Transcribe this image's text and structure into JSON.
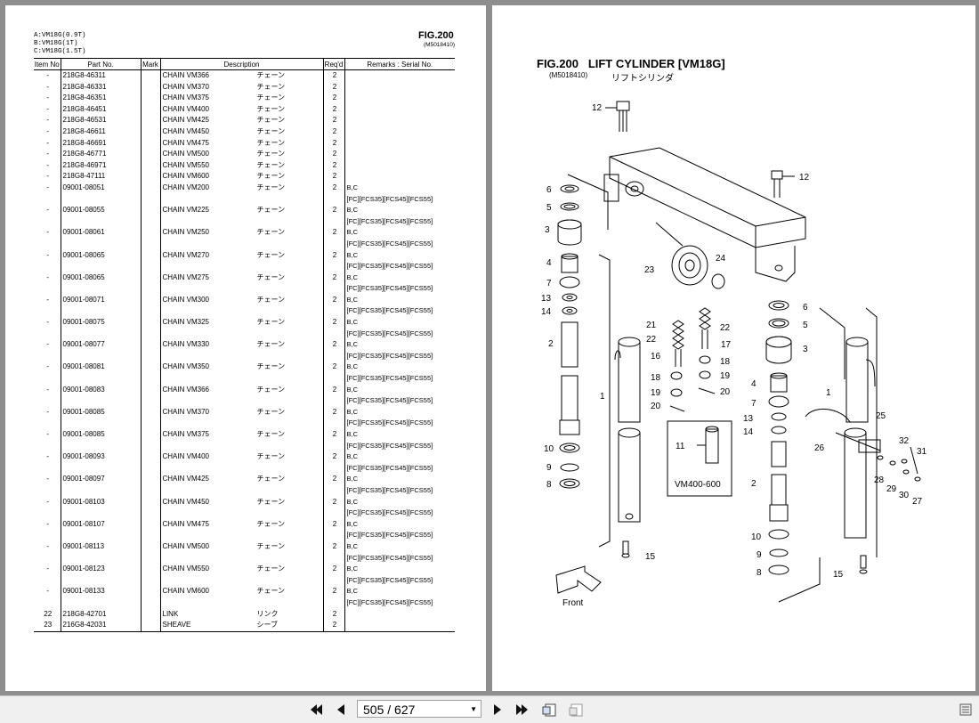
{
  "left_page": {
    "models": [
      "A:VM18G(0.9T)",
      "B:VM18G(1T)",
      "C:VM18G(1.5T)"
    ],
    "fig_title": "FIG.200",
    "fig_code": "(M5018410)",
    "columns": [
      "Item No",
      "Part No.",
      "Mark",
      "Description",
      "Req'd",
      "Remarks : Serial No."
    ],
    "rows": [
      {
        "item": "-",
        "part": "218G8-46311",
        "mark": "",
        "desc": "CHAIN  VM366",
        "jp": "チェーン",
        "req": "2",
        "remark": "",
        "remark2": ""
      },
      {
        "item": "-",
        "part": "218G8-46331",
        "mark": "",
        "desc": "CHAIN  VM370",
        "jp": "チェーン",
        "req": "2",
        "remark": "",
        "remark2": ""
      },
      {
        "item": "-",
        "part": "218G8-46351",
        "mark": "",
        "desc": "CHAIN  VM375",
        "jp": "チェーン",
        "req": "2",
        "remark": "",
        "remark2": ""
      },
      {
        "item": "-",
        "part": "218G8-46451",
        "mark": "",
        "desc": "CHAIN  VM400",
        "jp": "チェーン",
        "req": "2",
        "remark": "",
        "remark2": ""
      },
      {
        "item": "-",
        "part": "218G8-46531",
        "mark": "",
        "desc": "CHAIN  VM425",
        "jp": "チェーン",
        "req": "2",
        "remark": "",
        "remark2": ""
      },
      {
        "item": "-",
        "part": "218G8-46611",
        "mark": "",
        "desc": "CHAIN  VM450",
        "jp": "チェーン",
        "req": "2",
        "remark": "",
        "remark2": ""
      },
      {
        "item": "-",
        "part": "218G8-46691",
        "mark": "",
        "desc": "CHAIN  VM475",
        "jp": "チェーン",
        "req": "2",
        "remark": "",
        "remark2": ""
      },
      {
        "item": "-",
        "part": "218G8-46771",
        "mark": "",
        "desc": "CHAIN  VM500",
        "jp": "チェーン",
        "req": "2",
        "remark": "",
        "remark2": ""
      },
      {
        "item": "-",
        "part": "218G8-46971",
        "mark": "",
        "desc": "CHAIN  VM550",
        "jp": "チェーン",
        "req": "2",
        "remark": "",
        "remark2": ""
      },
      {
        "item": "-",
        "part": "218G8-47111",
        "mark": "",
        "desc": "CHAIN  VM600",
        "jp": "チェーン",
        "req": "2",
        "remark": "",
        "remark2": ""
      },
      {
        "item": "-",
        "part": "09001-08051",
        "mark": "",
        "desc": "CHAIN  VM200",
        "jp": "チェーン",
        "req": "2",
        "remark": "B,C",
        "remark2": "[FC][FCS35][FCS45][FCS55]"
      },
      {
        "item": "-",
        "part": "09001-08055",
        "mark": "",
        "desc": "CHAIN  VM225",
        "jp": "チェーン",
        "req": "2",
        "remark": "B,C",
        "remark2": "[FC][FCS35][FCS45][FCS55]"
      },
      {
        "item": "-",
        "part": "09001-08061",
        "mark": "",
        "desc": "CHAIN  VM250",
        "jp": "チェーン",
        "req": "2",
        "remark": "B,C",
        "remark2": "[FC][FCS35][FCS45][FCS55]"
      },
      {
        "item": "-",
        "part": "09001-08065",
        "mark": "",
        "desc": "CHAIN  VM270",
        "jp": "チェーン",
        "req": "2",
        "remark": "B,C",
        "remark2": "[FC][FCS35][FCS45][FCS55]"
      },
      {
        "item": "-",
        "part": "09001-08065",
        "mark": "",
        "desc": "CHAIN  VM275",
        "jp": "チェーン",
        "req": "2",
        "remark": "B,C",
        "remark2": "[FC][FCS35][FCS45][FCS55]"
      },
      {
        "item": "-",
        "part": "09001-08071",
        "mark": "",
        "desc": "CHAIN  VM300",
        "jp": "チェーン",
        "req": "2",
        "remark": "B,C",
        "remark2": "[FC][FCS35][FCS45][FCS55]"
      },
      {
        "item": "-",
        "part": "09001-08075",
        "mark": "",
        "desc": "CHAIN  VM325",
        "jp": "チェーン",
        "req": "2",
        "remark": "B,C",
        "remark2": "[FC][FCS35][FCS45][FCS55]"
      },
      {
        "item": "-",
        "part": "09001-08077",
        "mark": "",
        "desc": "CHAIN  VM330",
        "jp": "チェーン",
        "req": "2",
        "remark": "B,C",
        "remark2": "[FC][FCS35][FCS45][FCS55]"
      },
      {
        "item": "-",
        "part": "09001-08081",
        "mark": "",
        "desc": "CHAIN  VM350",
        "jp": "チェーン",
        "req": "2",
        "remark": "B,C",
        "remark2": "[FC][FCS35][FCS45][FCS55]"
      },
      {
        "item": "-",
        "part": "09001-08083",
        "mark": "",
        "desc": "CHAIN  VM366",
        "jp": "チェーン",
        "req": "2",
        "remark": "B,C",
        "remark2": "[FC][FCS35][FCS45][FCS55]"
      },
      {
        "item": "-",
        "part": "09001-08085",
        "mark": "",
        "desc": "CHAIN  VM370",
        "jp": "チェーン",
        "req": "2",
        "remark": "B,C",
        "remark2": "[FC][FCS35][FCS45][FCS55]"
      },
      {
        "item": "-",
        "part": "09001-08085",
        "mark": "",
        "desc": "CHAIN  VM375",
        "jp": "チェーン",
        "req": "2",
        "remark": "B,C",
        "remark2": "[FC][FCS35][FCS45][FCS55]"
      },
      {
        "item": "-",
        "part": "09001-08093",
        "mark": "",
        "desc": "CHAIN  VM400",
        "jp": "チェーン",
        "req": "2",
        "remark": "B,C",
        "remark2": "[FC][FCS35][FCS45][FCS55]"
      },
      {
        "item": "-",
        "part": "09001-08097",
        "mark": "",
        "desc": "CHAIN  VM425",
        "jp": "チェーン",
        "req": "2",
        "remark": "B,C",
        "remark2": "[FC][FCS35][FCS45][FCS55]"
      },
      {
        "item": "-",
        "part": "09001-08103",
        "mark": "",
        "desc": "CHAIN  VM450",
        "jp": "チェーン",
        "req": "2",
        "remark": "B,C",
        "remark2": "[FC][FCS35][FCS45][FCS55]"
      },
      {
        "item": "-",
        "part": "09001-08107",
        "mark": "",
        "desc": "CHAIN  VM475",
        "jp": "チェーン",
        "req": "2",
        "remark": "B,C",
        "remark2": "[FC][FCS35][FCS45][FCS55]"
      },
      {
        "item": "-",
        "part": "09001-08113",
        "mark": "",
        "desc": "CHAIN  VM500",
        "jp": "チェーン",
        "req": "2",
        "remark": "B,C",
        "remark2": "[FC][FCS35][FCS45][FCS55]"
      },
      {
        "item": "-",
        "part": "09001-08123",
        "mark": "",
        "desc": "CHAIN  VM550",
        "jp": "チェーン",
        "req": "2",
        "remark": "B,C",
        "remark2": "[FC][FCS35][FCS45][FCS55]"
      },
      {
        "item": "-",
        "part": "09001-08133",
        "mark": "",
        "desc": "CHAIN  VM600",
        "jp": "チェーン",
        "req": "2",
        "remark": "B,C",
        "remark2": "[FC][FCS35][FCS45][FCS55]"
      },
      {
        "item": "22",
        "part": "218G8-42701",
        "mark": "",
        "desc": "LINK",
        "jp": "リンク",
        "req": "2",
        "remark": "",
        "remark2": ""
      },
      {
        "item": "23",
        "part": "216G8-42031",
        "mark": "",
        "desc": "SHEAVE",
        "jp": "シーブ",
        "req": "2",
        "remark": "",
        "remark2": ""
      }
    ]
  },
  "right_page": {
    "fig_title": "FIG.200",
    "title": "LIFT CYLINDER [VM18G]",
    "fig_code": "(M5018410)",
    "title_jp": "リフトシリンダ",
    "inset_label": "VM400-600",
    "front_label": "Front",
    "callouts": [
      "12",
      "12",
      "6",
      "5",
      "3",
      "4",
      "7",
      "13",
      "14",
      "2",
      "1",
      "10",
      "9",
      "8",
      "23",
      "24",
      "21",
      "22",
      "16",
      "18",
      "19",
      "20",
      "22",
      "17",
      "18",
      "19",
      "20",
      "11",
      "6",
      "5",
      "3",
      "4",
      "7",
      "13",
      "14",
      "1",
      "25",
      "26",
      "2",
      "28",
      "29",
      "32",
      "31",
      "30",
      "27",
      "10",
      "9",
      "8",
      "15",
      "15"
    ]
  },
  "toolbar": {
    "page_display": "505 / 627",
    "icons": [
      "first-page-icon",
      "prev-page-icon",
      "next-page-icon",
      "last-page-icon",
      "fit-page-icon",
      "fit-width-icon",
      "sidebar-toggle-icon"
    ]
  }
}
